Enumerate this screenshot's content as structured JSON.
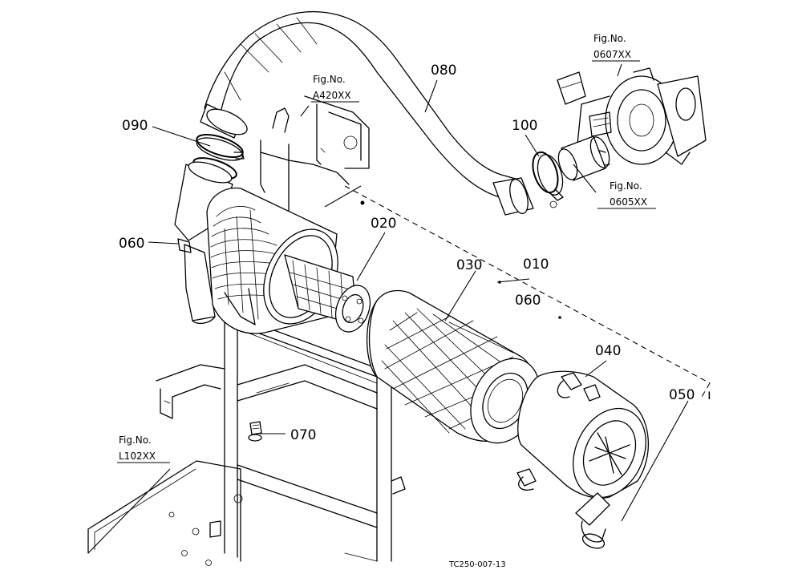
{
  "callouts": {
    "c010": "010",
    "c020": "020",
    "c030": "030",
    "c040": "040",
    "c050": "050",
    "c060a": "060",
    "c060b": "060",
    "c070": "070",
    "c080": "080",
    "c090": "090",
    "c100": "100"
  },
  "fig_refs": {
    "fig_a420": {
      "label": "Fig.No.",
      "number": "A420XX"
    },
    "fig_0607": {
      "label": "Fig.No.",
      "number": "0607XX"
    },
    "fig_0605": {
      "label": "Fig.No.",
      "number": "0605XX"
    },
    "fig_l102": {
      "label": "Fig.No.",
      "number": "L102XX"
    }
  },
  "drawing_code": "TC250-007-13"
}
